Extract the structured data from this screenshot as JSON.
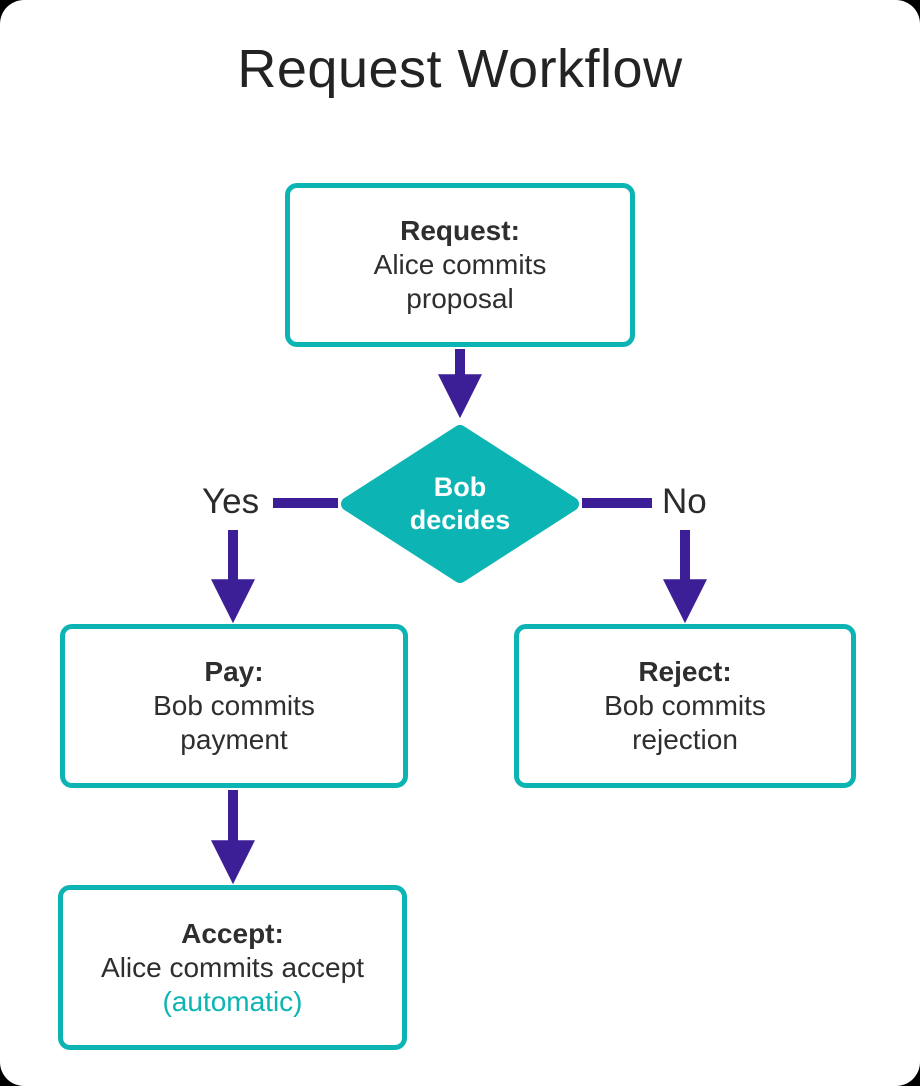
{
  "title": "Request Workflow",
  "nodes": {
    "request": {
      "heading": "Request:",
      "line1": "Alice commits",
      "line2": "proposal"
    },
    "decision": {
      "line1": "Bob",
      "line2": "decides"
    },
    "pay": {
      "heading": "Pay:",
      "line1": "Bob commits",
      "line2": "payment"
    },
    "reject": {
      "heading": "Reject:",
      "line1": "Bob commits",
      "line2": "rejection"
    },
    "accept": {
      "heading": "Accept:",
      "line1": "Alice commits accept",
      "note": "(automatic)"
    }
  },
  "edges": {
    "yes_label": "Yes",
    "no_label": "No"
  },
  "colors": {
    "accent_teal": "#0db4b4",
    "arrow_purple": "#3c1e97",
    "text_dark": "#2e2e2e",
    "node_fill": "#ffffff",
    "decision_text": "#ffffff"
  }
}
